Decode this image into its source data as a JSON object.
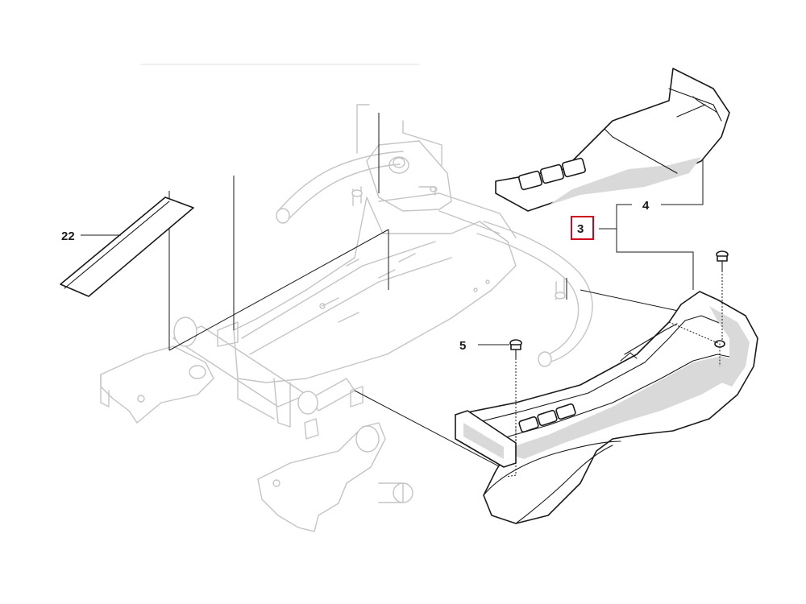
{
  "callouts": {
    "c22": "22",
    "c3": "3",
    "c4": "4",
    "c5": "5"
  },
  "highlighted_callout": "3",
  "colors": {
    "highlight": "#d0021b",
    "line": "#1a1a1a",
    "ghost": "#c4c4c4"
  }
}
